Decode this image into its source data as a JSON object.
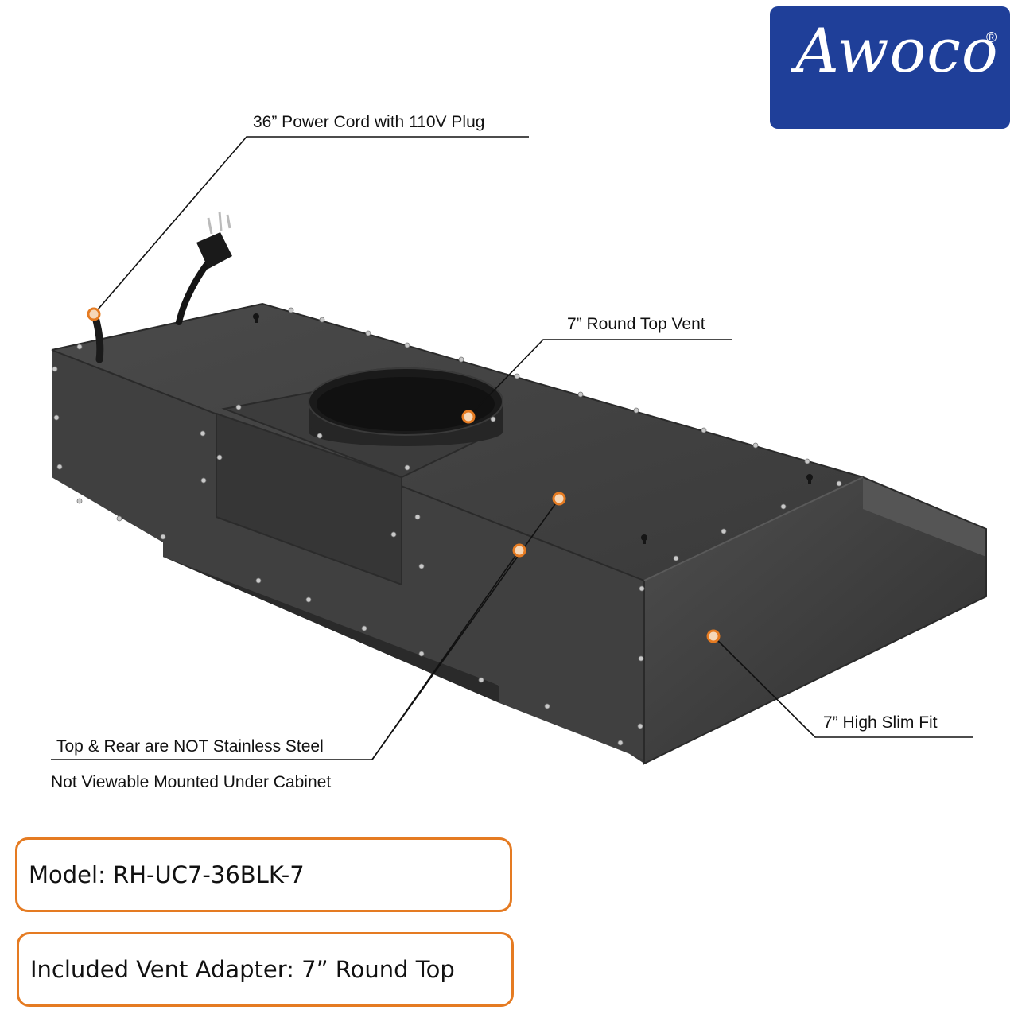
{
  "brand": {
    "name": "Awoco",
    "registered_mark": "®"
  },
  "callouts": {
    "power_cord": "36” Power Cord with 110V Plug",
    "top_vent": "7” Round Top Vent",
    "slim_fit": "7” High Slim Fit",
    "top_rear": "Top & Rear are NOT Stainless Steel",
    "not_viewable": "Not Viewable Mounted Under Cabinet"
  },
  "info": {
    "model": "Model: RH-UC7-36BLK-7",
    "vent_adapter": "Included Vent Adapter: 7” Round Top"
  },
  "colors": {
    "brand_blue": "#1f3f99",
    "accent_orange": "#e57b22",
    "hood_body": "#3d3d3d"
  }
}
